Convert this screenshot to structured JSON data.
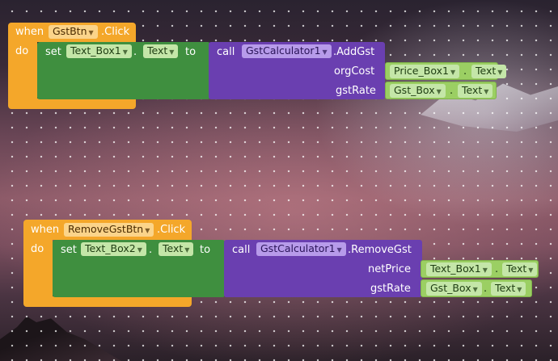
{
  "block1": {
    "when": "when",
    "component": "GstBtn",
    "event": ".Click",
    "do": "do",
    "set": "set",
    "target": "Text_Box1",
    "dot": ".",
    "property": "Text",
    "to": "to",
    "call": "call",
    "calc": "GstCalculator1",
    "method": ".AddGst",
    "args": [
      {
        "name": "orgCost",
        "component": "Price_Box1",
        "property": "Text"
      },
      {
        "name": "gstRate",
        "component": "Gst_Box",
        "property": "Text"
      }
    ]
  },
  "block2": {
    "when": "when",
    "component": "RemoveGstBtn",
    "event": ".Click",
    "do": "do",
    "set": "set",
    "target": "Text_Box2",
    "dot": ".",
    "property": "Text",
    "to": "to",
    "call": "call",
    "calc": "GstCalculator1",
    "method": ".RemoveGst",
    "args": [
      {
        "name": "netPrice",
        "component": "Text_Box1",
        "property": "Text"
      },
      {
        "name": "gstRate",
        "component": "Gst_Box",
        "property": "Text"
      }
    ]
  },
  "colors": {
    "event": "#f4a72a",
    "setter": "#3f8f3f",
    "procedure": "#6a3fb0",
    "getter": "#9bcf63"
  },
  "icons": {
    "dropdown": "dropdown-arrow-icon"
  }
}
